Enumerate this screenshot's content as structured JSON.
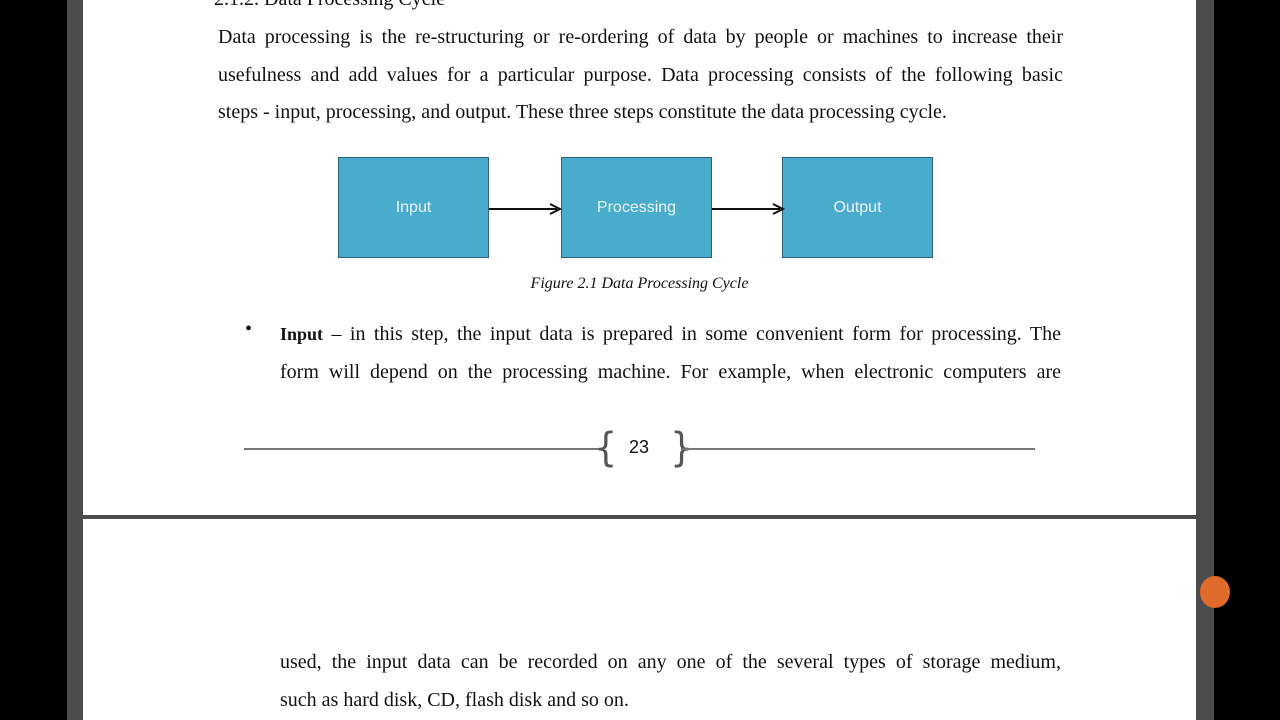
{
  "heading": "2.1.2. Data Processing Cycle",
  "paragraph_lines": [
    "Data processing is the re-structuring or re-ordering of data by people or machines to increase their",
    "usefulness and add values for a particular purpose. Data processing consists of the following basic",
    "steps - input, processing, and output. These three steps constitute the data processing cycle."
  ],
  "diagram": {
    "nodes": [
      "Input",
      "Processing",
      "Output"
    ],
    "box_color": "#4aaccc",
    "caption": "Figure 2.1 Data Processing Cycle"
  },
  "bullet": {
    "term": "Input",
    "line1_rest": " – in this step, the input data is prepared in some convenient form for processing. The",
    "line2": "form will depend on the processing machine. For example, when electronic computers are"
  },
  "page_number": "23",
  "next_page_lines": [
    "used, the input data can be recorded on any one of the several types of storage medium,",
    "such as hard disk, CD, flash disk and so on."
  ],
  "colors": {
    "gutter": "#4a4c50",
    "scroll_thumb": "#e06a2a"
  }
}
